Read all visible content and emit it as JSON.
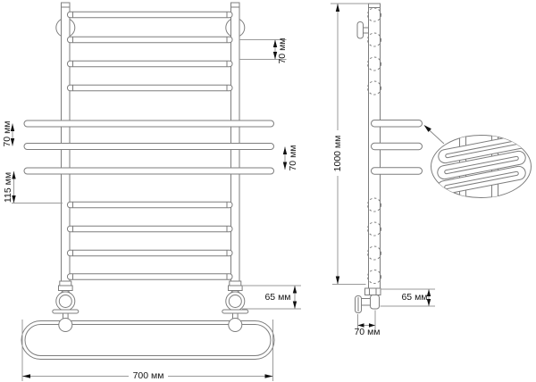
{
  "drawing": {
    "kind": "technical-dimension-drawing",
    "views": {
      "front": "front view",
      "side": "side view",
      "detail": "shelf-tube detail callout"
    }
  },
  "labels": {
    "front_top_rung_gap": "70 мм",
    "front_shelf_gap_left": "70 мм",
    "front_shelf_to_rung": "115 мм",
    "front_shelf_gap_right": "70 мм",
    "front_valve_height": "65 мм",
    "front_width": "700 мм",
    "side_height": "1000 мм",
    "side_valve_height": "65 мм",
    "side_wall_offset": "70 мм"
  },
  "colors": {
    "background": "#ffffff",
    "drawing_line": "#7d7d7d",
    "dimension_line": "#9a9a9a",
    "arrow_and_text": "#111111"
  }
}
